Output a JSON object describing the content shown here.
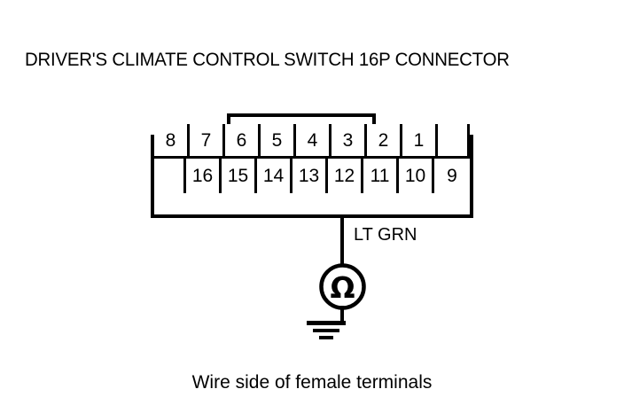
{
  "title": "DRIVER'S CLIMATE CONTROL SWITCH 16P CONNECTOR",
  "caption": "Wire side of female terminals",
  "connector": {
    "pin_count": "16P",
    "top_row": [
      "8",
      "7",
      "6",
      "5",
      "4",
      "3",
      "2",
      "1"
    ],
    "bottom_row": [
      "16",
      "15",
      "14",
      "13",
      "12",
      "11",
      "10",
      "9"
    ],
    "latch": "latch-bracket"
  },
  "wire": {
    "label": "LT GRN",
    "from_terminal": "12"
  },
  "meter": {
    "symbol": "Ω",
    "type": "ohmmeter",
    "ground": "chassis-ground"
  },
  "colors": {
    "line": "#000000",
    "background": "#ffffff"
  }
}
